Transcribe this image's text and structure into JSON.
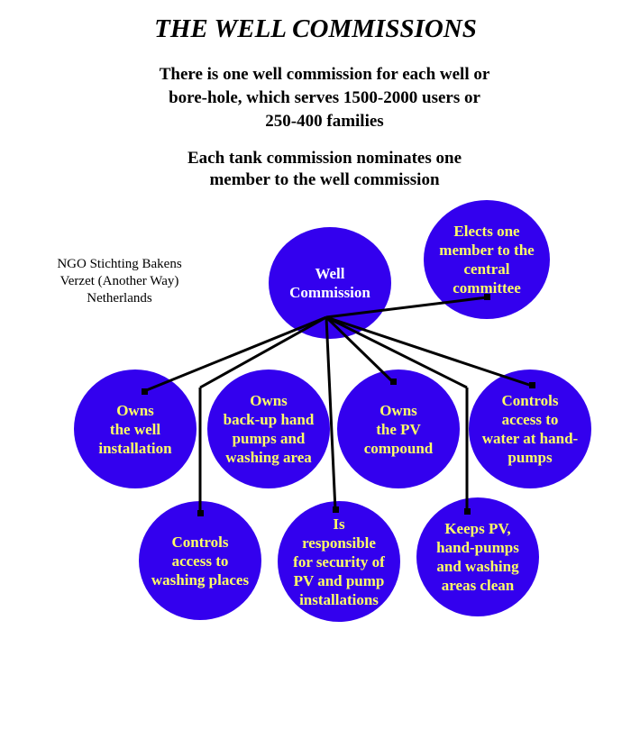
{
  "header": {
    "title": "THE WELL COMMISSIONS",
    "intro_line1": "There is one well commission for each well or",
    "intro_line2": "bore-hole, which serves 1500-2000 users or",
    "intro_line3": "250-400 families",
    "nominate_line1": "Each tank commission nominates one",
    "nominate_line2": "member to the well commission"
  },
  "ngo": {
    "line1": "NGO Stichting Bakens",
    "line2": "Verzet (Another Way)",
    "line3": "Netherlands"
  },
  "colors": {
    "node_fill": "#3300ee",
    "text_white": "#ffffff",
    "text_yellow": "#ffff66",
    "link": "#000000"
  },
  "nodes": {
    "well_commission": [
      "Well",
      "Commission"
    ],
    "elects": [
      "Elects one",
      "member to the",
      "central",
      "committee"
    ],
    "owns_well": [
      "Owns",
      "the well",
      "installation"
    ],
    "owns_backup": [
      "Owns",
      "back-up hand",
      "pumps and",
      "washing area"
    ],
    "owns_pv": [
      "Owns",
      "the PV",
      "compound"
    ],
    "controls_handpumps": [
      "Controls",
      "access to",
      "water at hand-",
      "pumps"
    ],
    "controls_washing": [
      "Controls",
      "access to",
      "washing places"
    ],
    "security": [
      "Is",
      "responsible",
      "for security of",
      "PV and pump",
      "installations"
    ],
    "keeps_clean": [
      "Keeps PV,",
      "hand-pumps",
      "and washing",
      "areas clean"
    ]
  }
}
